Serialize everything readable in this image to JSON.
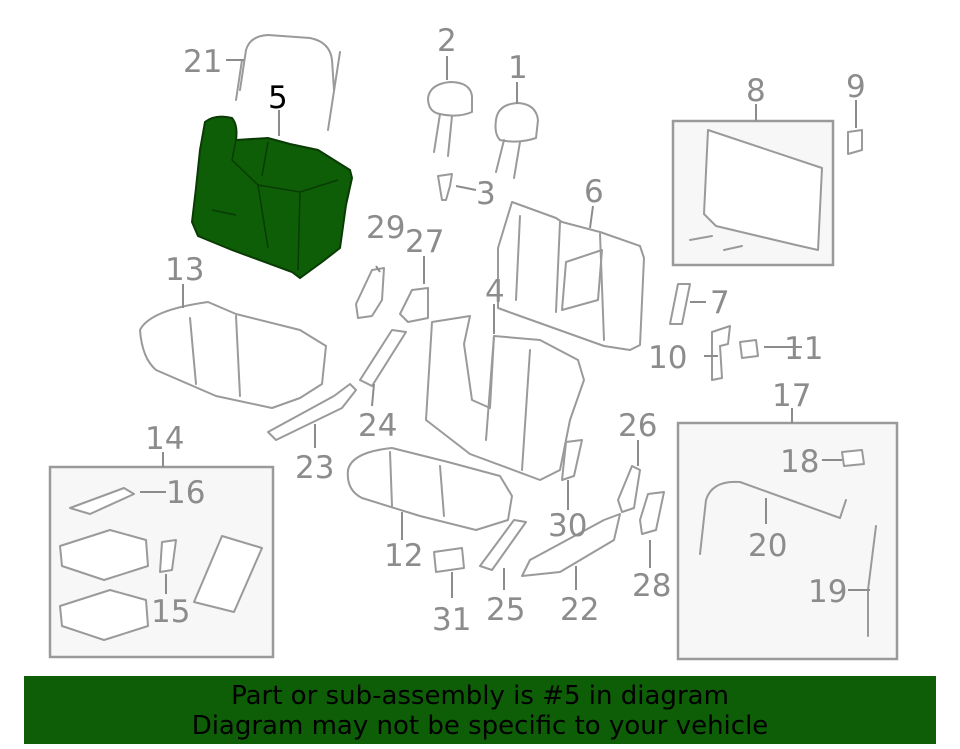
{
  "diagram": {
    "highlighted_part": "5",
    "highlight_color": "#0d5e07",
    "labels": [
      "1",
      "2",
      "3",
      "4",
      "5",
      "6",
      "7",
      "8",
      "9",
      "10",
      "11",
      "12",
      "13",
      "14",
      "15",
      "16",
      "17",
      "18",
      "19",
      "20",
      "21",
      "22",
      "23",
      "24",
      "25",
      "26",
      "27",
      "28",
      "29",
      "30",
      "31"
    ]
  },
  "banner": {
    "line1": "Part or sub-assembly is #5 in diagram",
    "line2": "Diagram may not be specific to your vehicle",
    "background": "#0d5e07"
  }
}
